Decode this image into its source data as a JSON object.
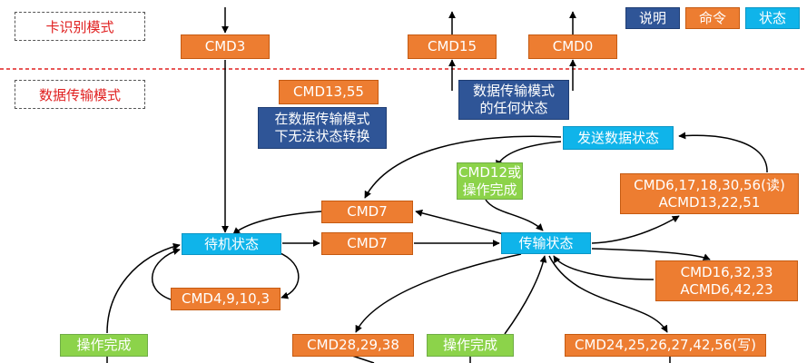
{
  "modes": {
    "card_identification": "卡识别模式",
    "data_transfer": "数据传输模式"
  },
  "legend": {
    "note": "说明",
    "command": "命令",
    "state": "状态"
  },
  "commands": {
    "cmd3": "CMD3",
    "cmd15": "CMD15",
    "cmd0": "CMD0",
    "cmd13_55": "CMD13,55",
    "cmd7_upper": "CMD7",
    "cmd7_lower": "CMD7",
    "cmd4_9_10_3": "CMD4,9,10,3",
    "cmd28_29_38": "CMD28,29,38",
    "read_cmds_line1": "CMD6,17,18,30,56(读)",
    "read_cmds_line2": "ACMD13,22,51",
    "cmd16_line1": "CMD16,32,33",
    "cmd16_line2": "ACMD6,42,23",
    "write_cmds": "CMD24,25,26,27,42,56(写)"
  },
  "states": {
    "standby": "待机状态",
    "transfer": "传输状态",
    "sending_data": "发送数据状态"
  },
  "notes": {
    "no_transition_line1": "在数据传输模式",
    "no_transition_line2": "下无法状态转换",
    "any_state_line1": "数据传输模式",
    "any_state_line2": "的任何状态"
  },
  "conditions": {
    "cmd12_line1": "CMD12或",
    "cmd12_line2": "操作完成",
    "op_complete_left": "操作完成",
    "op_complete_mid": "操作完成"
  },
  "colors": {
    "command": "#ed7d31",
    "state": "#0fb4ea",
    "note": "#2f5597",
    "condition": "#8cd34a",
    "mode_divider": "#e02020",
    "mode_text": "#e02020"
  }
}
